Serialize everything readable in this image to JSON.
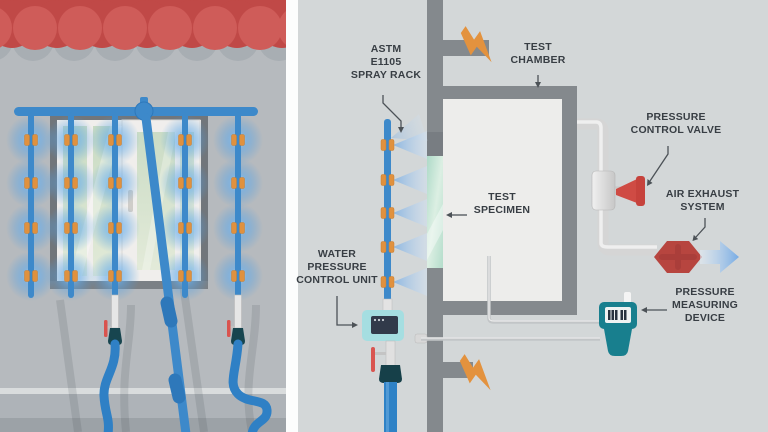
{
  "labels": {
    "spray_rack": "ASTM\nE1105\nSPRAY RACK",
    "test_chamber": "TEST\nCHAMBER",
    "test_specimen": "TEST\nSPECIMEN",
    "pressure_control_valve": "PRESSURE\nCONTROL VALVE",
    "air_exhaust_system": "AIR EXHAUST\nSYSTEM",
    "pressure_measuring_device": "PRESSURE\nMEASURING\nDEVICE",
    "water_pressure_control_unit": "WATER\nPRESSURE\nCONTROL UNIT"
  },
  "icons": [
    "lightning-bolt-icon",
    "spray-nozzle-icon",
    "spray-cone-icon",
    "exhaust-fan-icon",
    "flow-arrow-icon",
    "pressure-valve-icon",
    "handheld-meter-icon",
    "awning-icon"
  ],
  "colors": {
    "left_wall": "#b6babe",
    "right_background": "#d3d7d8",
    "structure_gray": "#84898d",
    "chamber_interior": "#ededeb",
    "pipe_blue": "#3d89ca",
    "hose_blue": "#2f80c5",
    "nozzle_orange": "#e0913e",
    "bolt_orange": "#e3923e",
    "awning_red": "#c04947",
    "valve_red": "#c6423c",
    "fan_red": "#b7453f",
    "device_teal": "#187f8e",
    "control_unit_teal": "#a5dee1",
    "specimen_green": "#bfe2d2",
    "label_text": "#383e44"
  }
}
